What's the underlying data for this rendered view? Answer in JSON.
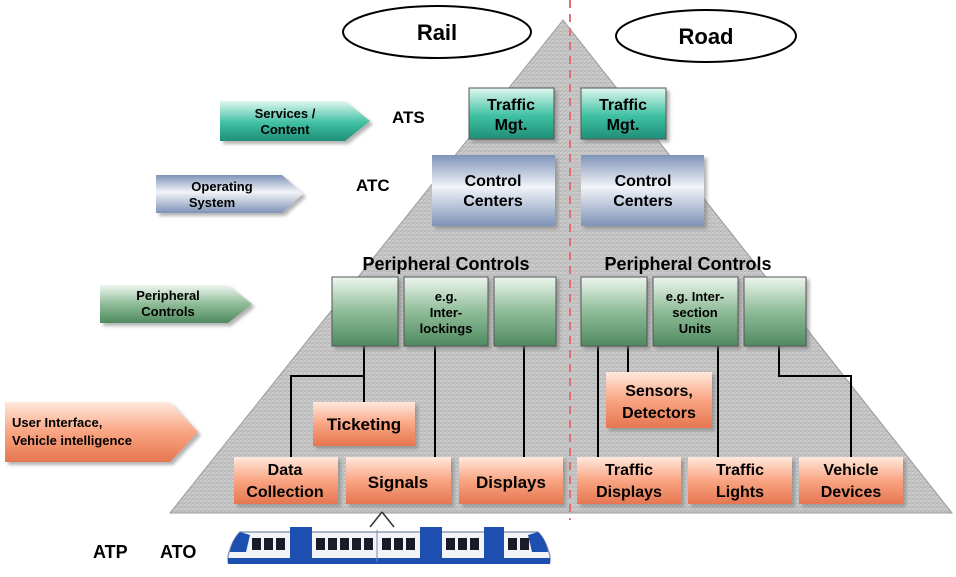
{
  "headers": {
    "rail": "Rail",
    "road": "Road"
  },
  "layers": {
    "services": {
      "line1": "Services /",
      "line2": "Content",
      "code": "ATS"
    },
    "operating": {
      "line1": "Operating",
      "line2": "System",
      "code": "ATC"
    },
    "peripheral": {
      "line1": "Peripheral",
      "line2": "Controls"
    },
    "user": {
      "line1": "User Interface,",
      "line2": "Vehicle intelligence"
    }
  },
  "rail": {
    "traffic_mgt": {
      "line1": "Traffic",
      "line2": "Mgt."
    },
    "control_centers": {
      "line1": "Control",
      "line2": "Centers"
    },
    "peripheral_title": "Peripheral Controls",
    "interlock": {
      "line1": "e.g.",
      "line2": "Inter-",
      "line3": "lockings"
    },
    "ticketing": "Ticketing",
    "data_collection": {
      "line1": "Data",
      "line2": "Collection"
    },
    "signals": "Signals",
    "displays": "Displays"
  },
  "road": {
    "traffic_mgt": {
      "line1": "Traffic",
      "line2": "Mgt."
    },
    "control_centers": {
      "line1": "Control",
      "line2": "Centers"
    },
    "peripheral_title": "Peripheral Controls",
    "intersection": {
      "line1": "e.g. Inter-",
      "line2": "section",
      "line3": "Units"
    },
    "sensors": {
      "line1": "Sensors,",
      "line2": "Detectors"
    },
    "traffic_displays": {
      "line1": "Traffic",
      "line2": "Displays"
    },
    "traffic_lights": {
      "line1": "Traffic",
      "line2": "Lights"
    },
    "vehicle_devices": {
      "line1": "Vehicle",
      "line2": "Devices"
    }
  },
  "bottom": {
    "atp": "ATP",
    "ato": "ATO"
  },
  "colors": {
    "teal": "#3fc0a3",
    "green": "#7fae8c",
    "salmon": "#f79876",
    "blue": "#8ea3c4",
    "pyramid": "#c8c8c8",
    "divider": "#e07070"
  }
}
